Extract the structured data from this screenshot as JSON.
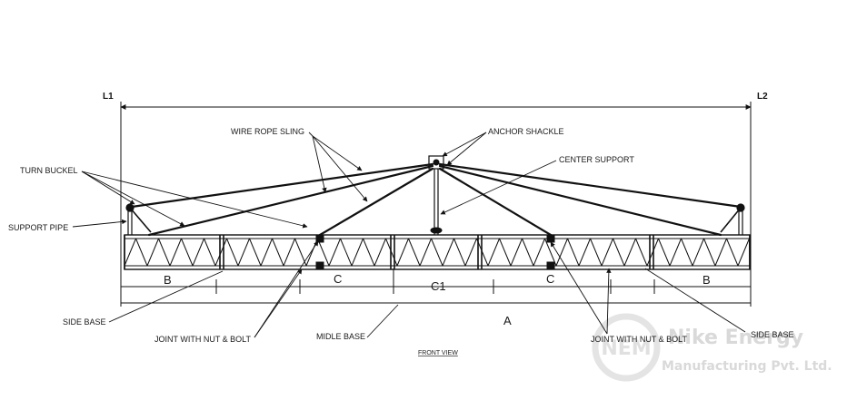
{
  "drawing": {
    "end_marks": {
      "left": "L1",
      "right": "L2"
    },
    "labels": {
      "wire_rope_sling": "WIRE ROPE SLING",
      "anchor_shackle": "ANCHOR SHACKLE",
      "center_support": "CENTER SUPPORT",
      "turn_buckel": "TURN BUCKEL",
      "support_pipe": "SUPPORT PIPE",
      "side_base_left": "SIDE BASE",
      "joint_left": "JOINT WITH NUT & BOLT",
      "midle_base": "MIDLE BASE",
      "joint_right": "JOINT WITH NUT & BOLT",
      "side_base_right": "SIDE BASE"
    },
    "dimensions": {
      "b_left": "B",
      "c_left": "C",
      "c1": "C1",
      "c_right": "C",
      "b_right": "B",
      "overall": "A"
    },
    "caption": "FRONT VIEW"
  },
  "watermark": {
    "logo": "NEM",
    "line1": "Nike Energy",
    "line2": "Manufacturing Pvt. Ltd."
  }
}
